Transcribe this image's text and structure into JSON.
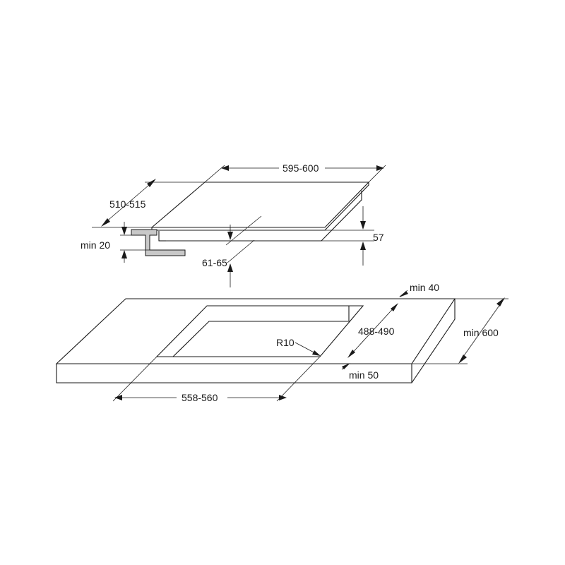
{
  "hob": {
    "width_label": "595-600",
    "depth_label": "510-515",
    "height_label": "57",
    "clearance_label": "min 20",
    "offset_label": "61-65"
  },
  "worktop": {
    "back_margin_label": "min 40",
    "cutout_depth_label": "488-490",
    "depth_label": "min 600",
    "corner_radius_label": "R10",
    "front_margin_label": "min 50",
    "cutout_width_label": "558-560"
  },
  "colors": {
    "line": "#1a1a1a",
    "bracket_fill": "#c8c8c8",
    "background": "#ffffff"
  }
}
